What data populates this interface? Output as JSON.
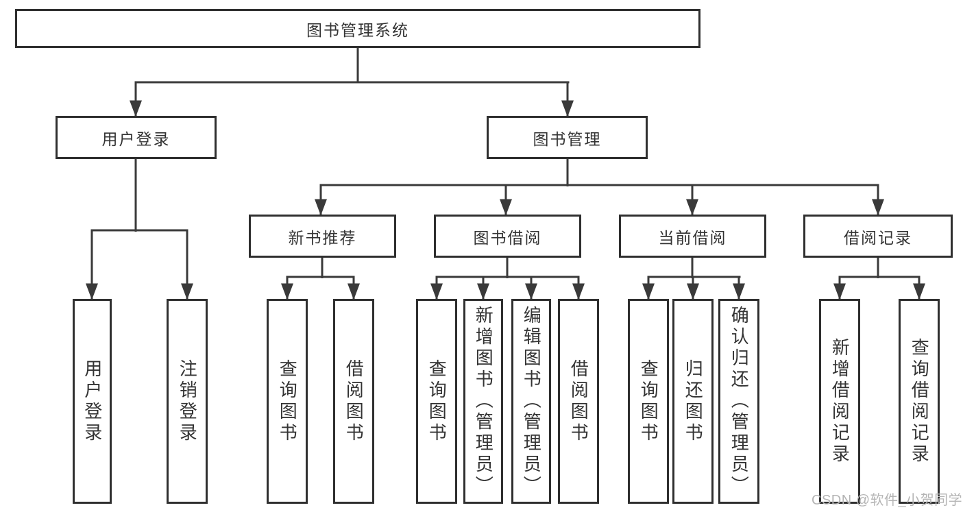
{
  "diagram": {
    "root": "图书管理系统",
    "level2": [
      {
        "label": "用户登录",
        "children": [
          "用户登录",
          "注销登录"
        ]
      },
      {
        "label": "图书管理"
      }
    ],
    "level3": [
      {
        "label": "新书推荐",
        "children": [
          "查询图书",
          "借阅图书"
        ]
      },
      {
        "label": "图书借阅",
        "children": [
          "查询图书",
          "新增图书（管理员）",
          "编辑图书（管理员）",
          "借阅图书"
        ]
      },
      {
        "label": "当前借阅",
        "children": [
          "查询图书",
          "归还图书",
          "确认归还（管理员）"
        ]
      },
      {
        "label": "借阅记录",
        "children": [
          "新增借阅记录",
          "查询借阅记录"
        ]
      }
    ]
  },
  "watermark": "CSDN @软件_小贺同学",
  "colors": {
    "line": "#3a3a3a",
    "border": "#2f2f2f",
    "text": "#333333",
    "watermark": "#b5b5b5",
    "background": "#ffffff"
  }
}
